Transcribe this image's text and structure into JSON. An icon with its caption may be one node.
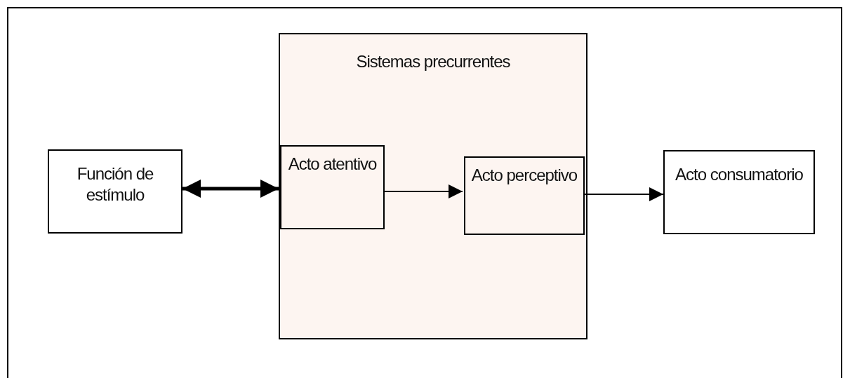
{
  "diagram": {
    "nodes": [
      {
        "text": [
          "Función de estímulo"
        ]
      },
      {
        "text": [
          "Sistemas precurrentes"
        ]
      },
      {
        "text": [
          "Acto atentivo"
        ],
        "in": 1
      },
      {
        "text": [
          "Acto perceptivo"
        ],
        "in": 1
      },
      {
        "text": [
          "Acto consumatorio"
        ]
      }
    ],
    "edges": [
      {
        "from": 0,
        "to": 2,
        "arrow": "both",
        "style": "thick"
      },
      {
        "from": 2,
        "to": 3,
        "arrow": "to"
      },
      {
        "from": 3,
        "to": 4,
        "arrow": "to"
      }
    ]
  }
}
